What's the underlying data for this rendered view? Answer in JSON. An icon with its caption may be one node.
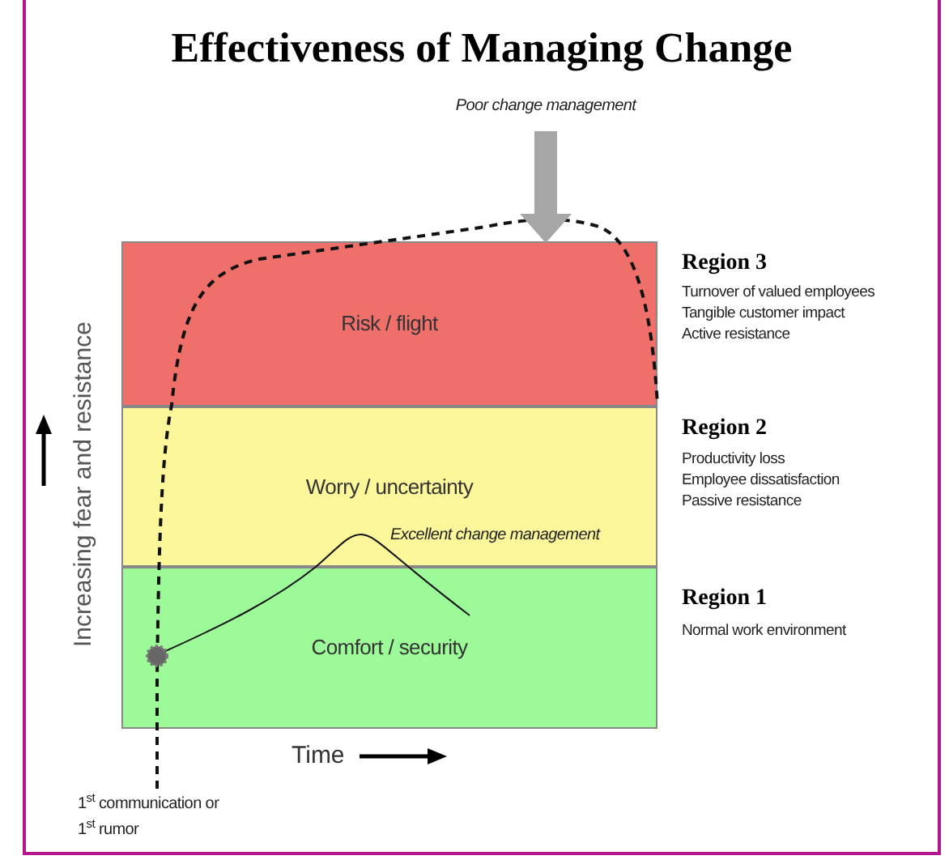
{
  "diagram": {
    "title": "Effectiveness of Managing Change",
    "nodes": [
      {
        "text": [
          "Risk / flight"
        ]
      },
      {
        "text": [
          "Worry / uncertainty"
        ]
      },
      {
        "text": [
          "Comfort / security"
        ]
      },
      {
        "text": [
          "Poor change management"
        ]
      }
    ],
    "edges": [
      {
        "from": 3,
        "to": 0,
        "arrow": "to",
        "color": "#a6a6a6"
      }
    ],
    "labels": [
      "Region 3",
      "Turnover of valued employees",
      "Tangible customer impact",
      "Active resistance",
      "Region 2",
      "Productivity loss",
      "Employee dissatisfaction",
      "Passive resistance",
      "Excellent change management",
      "Region 1",
      "Normal work environment",
      "Increasing fear and resistance",
      "Time",
      "1$^{st}$ communication or 1$^{st}$ rumor"
    ]
  }
}
